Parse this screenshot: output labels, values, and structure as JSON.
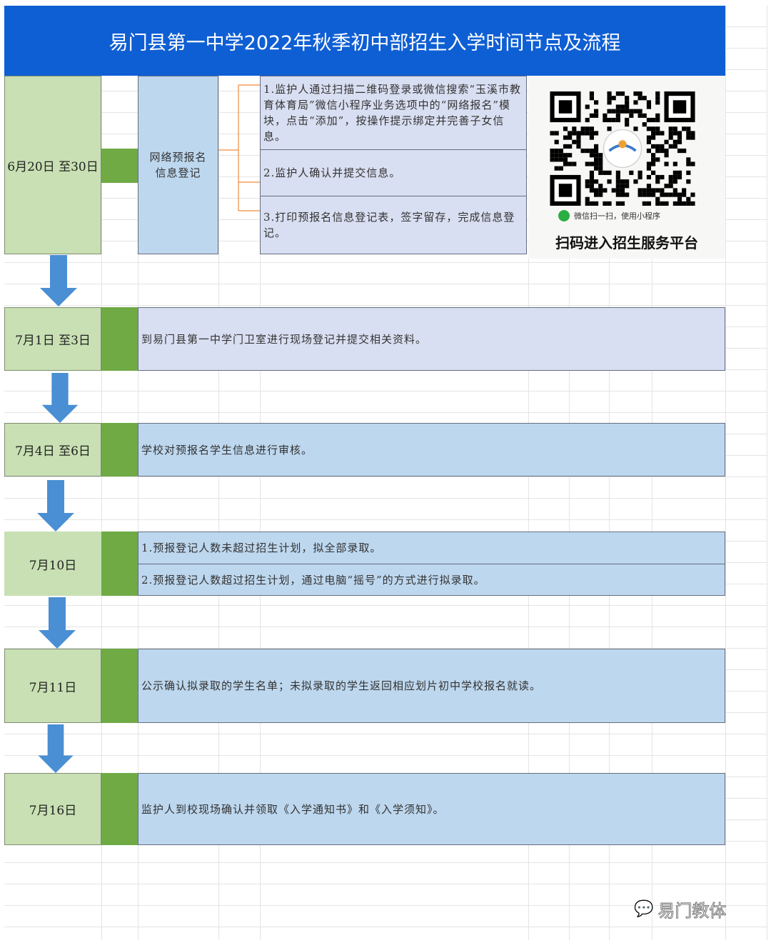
{
  "title": "易门县第一中学2022年秋季初中部招生入学时间节点及流程",
  "steps": [
    {
      "date": "6月20日 至30日",
      "category": "网络预报名信息登记",
      "items": [
        "1.监护人通过扫描二维码登录或微信搜索“玉溪市教育体育局”微信小程序业务选项中的“网络报名”模块，点击“添加”，按操作提示绑定并完善子女信息。",
        "2.监护人确认并提交信息。",
        "3.打印预报名信息登记表，签字留存，完成信息登记。"
      ]
    },
    {
      "date": "7月1日 至3日",
      "items": [
        "到易门县第一中学门卫室进行现场登记并提交相关资料。"
      ]
    },
    {
      "date": "7月4日 至6日",
      "items": [
        "学校对预报名学生信息进行审核。"
      ]
    },
    {
      "date": "7月10日",
      "items": [
        "1.预报登记人数未超过招生计划，拟全部录取。",
        "2.预报登记人数超过招生计划，通过电脑“摇号”的方式进行拟录取。"
      ]
    },
    {
      "date": "7月11日",
      "items": [
        "公示确认拟录取的学生名单；未拟录取的学生返回相应划片初中学校报名就读。"
      ]
    },
    {
      "date": "7月16日",
      "items": [
        "监护人到校现场确认并领取《入学通知书》和《入学须知》。"
      ]
    }
  ],
  "qr": {
    "hint": "微信扫一扫，使用小程序",
    "caption": "扫码进入招生服务平台"
  },
  "watermark": "易门教体",
  "colors": {
    "title": "#0f5fd4",
    "date": "#c8e0b3",
    "connector": "#6faa45",
    "lavender": "#d9dff2",
    "blue": "#bdd7ee",
    "arrow": "#4a8fd4"
  }
}
